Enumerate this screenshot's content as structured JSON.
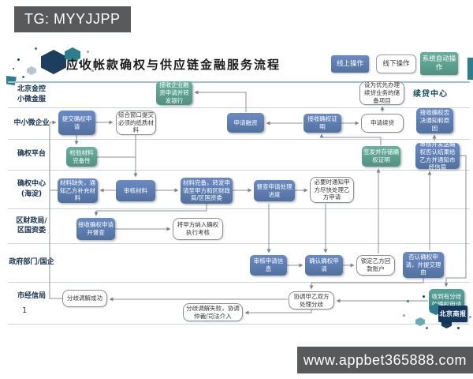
{
  "badges": {
    "top": "TG: MYYJJPP",
    "bottom": "www.appbet365888.com"
  },
  "slide": {
    "title": "应收帐款确权与供应链金融服务流程",
    "page_number": "1",
    "renewal_center_label": "续贷中心",
    "watermark_logo": "北京商报",
    "legend": {
      "online": "线上操作",
      "offline": "线下操作",
      "auto": "系统自动操作"
    },
    "colors": {
      "online_blue": "#5b7db8",
      "auto_green": "#5aa190",
      "dispute_teal": "#4a9188",
      "badge_gray": "#58595b",
      "accent_teal": "#2e7d8c",
      "navy": "#15375e"
    },
    "lanes": [
      {
        "label": "北京金控\n小微金服"
      },
      {
        "label": "中小微企业"
      },
      {
        "label": "确权平台"
      },
      {
        "label": "确权中心\n(海淀)"
      },
      {
        "label": "区财政局/\n区国资委"
      },
      {
        "label": "政府部门/国企"
      },
      {
        "label": "市经信局"
      }
    ],
    "nodes": [
      {
        "id": "receive-financing-forward-bank",
        "mode": "auto",
        "lane": "北京金控小微金服",
        "text": "接收企业融资申请并转发银行"
      },
      {
        "id": "set-priority-renewal-reserve",
        "mode": "offline",
        "lane": "北京金控小微金服",
        "text": "设为优先办理续贷业务的储备项目"
      },
      {
        "id": "submit-confirmation-application",
        "mode": "online",
        "lane": "中小微企业",
        "text": "提交确权申请"
      },
      {
        "id": "submit-paper-materials-window",
        "mode": "offline",
        "lane": "中小微企业",
        "text": "综合窗口提交必须的纸质材料"
      },
      {
        "id": "apply-financing",
        "mode": "online",
        "lane": "中小微企业",
        "text": "申请融资"
      },
      {
        "id": "receive-confirmation-certificate",
        "mode": "online",
        "lane": "中小微企业",
        "text": "接收确权证明"
      },
      {
        "id": "apply-renewal-loan",
        "mode": "offline",
        "lane": "中小微企业",
        "text": "申请续贷"
      },
      {
        "id": "receive-denial-notice",
        "mode": "online",
        "lane": "中小微企业",
        "text": "接收确权否决通知和原因"
      },
      {
        "id": "verify-material-completeness",
        "mode": "auto",
        "lane": "确权平台",
        "text": "检验材料完备性"
      },
      {
        "id": "issue-store-certificate",
        "mode": "auto",
        "lane": "确权平台",
        "text": "签发并存储确权证明"
      },
      {
        "id": "review-send-denial-result",
        "mode": "online",
        "lane": "确权平台",
        "text": "审核并发送确权否认结果给乙方并通知市经信局"
      },
      {
        "id": "material-missing-notify",
        "mode": "online",
        "lane": "确权中心(海淀)",
        "text": "材料缺失，通知乙方补充材料"
      },
      {
        "id": "review-materials",
        "mode": "online",
        "lane": "确权中心(海淀)",
        "text": "审核材料"
      },
      {
        "id": "material-complete-forward",
        "mode": "online",
        "lane": "确权中心(海淀)",
        "text": "材料完备，转发申请至甲方和区财政局/区国资委"
      },
      {
        "id": "supervise-progress",
        "mode": "online",
        "lane": "确权中心(海淀)",
        "text": "督查申请处理进度"
      },
      {
        "id": "notify-party-a-handle",
        "mode": "offline",
        "lane": "确权中心(海淀)",
        "text": "必要时通知甲方尽快处理乙方申请"
      },
      {
        "id": "receive-application-supervise",
        "mode": "online",
        "lane": "区财政局/区国资委",
        "text": "接收确权申请并督查"
      },
      {
        "id": "include-execution-assessment",
        "mode": "offline",
        "lane": "区财政局/区国资委",
        "text": "将甲方纳入确权执行考核"
      },
      {
        "id": "review-application-info",
        "mode": "online",
        "lane": "政府部门/国企",
        "text": "审核申请信息"
      },
      {
        "id": "confirm-application",
        "mode": "online",
        "lane": "政府部门/国企",
        "text": "确认确权申请"
      },
      {
        "id": "lock-repayment-account",
        "mode": "offline",
        "lane": "政府部门/国企",
        "text": "锁定乙方回款账户"
      },
      {
        "id": "deny-application-submit-reason",
        "mode": "online",
        "lane": "政府部门/国企",
        "text": "否认确权申请，并提交理由"
      },
      {
        "id": "mediation-success",
        "mode": "offline",
        "lane": "市经信局",
        "text": "分歧调解成功"
      },
      {
        "id": "mediation-failure-arbitration",
        "mode": "offline",
        "lane": "市经信局",
        "text": "分歧调解失败，协调仲裁/司法介入"
      },
      {
        "id": "coordinate-both-parties",
        "mode": "offline",
        "lane": "市经信局",
        "text": "协调甲乙双方处理分歧"
      },
      {
        "id": "receive-disputed-application",
        "mode": "dispute",
        "lane": "市经信局",
        "text": "收到有分歧的确权申请"
      }
    ]
  }
}
